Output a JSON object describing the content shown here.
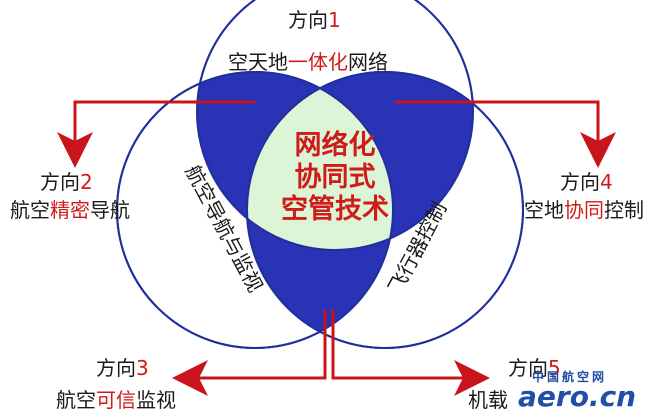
{
  "center": {
    "line1": "网络化",
    "line2": "协同式",
    "line3": "空管技术"
  },
  "left_circle_label": "航空导航与监视",
  "right_circle_label": "飞行器控制",
  "directions": {
    "d1": {
      "title": "方向",
      "num": "1",
      "text_a": "空天地",
      "text_hl": "一体化",
      "text_b": "网络"
    },
    "d2": {
      "title": "方向",
      "num": "2",
      "text_a": "航空",
      "text_hl": "精密",
      "text_b": "导航"
    },
    "d3": {
      "title": "方向",
      "num": "3",
      "text_a": "航空",
      "text_hl": "可信",
      "text_b": "监视"
    },
    "d4": {
      "title": "方向",
      "num": "4",
      "text_a": "空地",
      "text_hl": "协同",
      "text_b": "控制"
    },
    "d5": {
      "title": "方向",
      "num": "5",
      "text_a": "机载",
      "text_hl": "",
      "text_b": ""
    }
  },
  "watermark": {
    "top": "中国航空网",
    "bottom": "aero.cn"
  },
  "colors": {
    "ring": "#1f2f9c",
    "overlap": "#2a33b5",
    "center_fill": "#dcf5d6",
    "accent_red": "#c8141a",
    "text": "#1a1a1a"
  }
}
